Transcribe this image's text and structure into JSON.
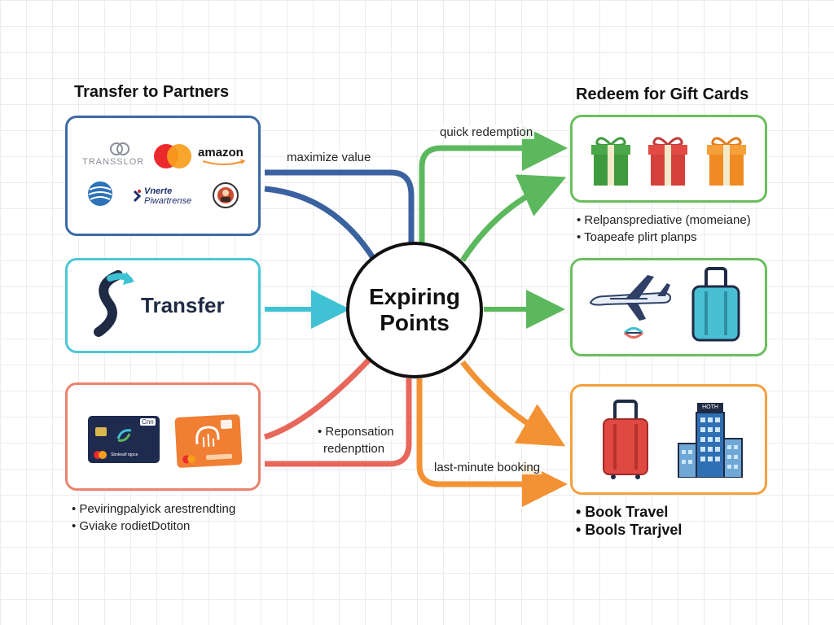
{
  "headings": {
    "transfer_partners": "Transfer to Partners",
    "gift_cards": "Redeem for Gift Cards"
  },
  "center": {
    "line1": "Expiring",
    "line2": "Points"
  },
  "flow_labels": {
    "maximize_value": "maximize value",
    "quick_redemption": "quick redemption",
    "reponsation": "• Reponsation",
    "redenption": "redenpttion",
    "last_minute": "last-minute booking"
  },
  "partner_logos": {
    "transslor": "TRANSSLOR",
    "amazon": "amazon",
    "vnerte_line1": "Vnerte",
    "vnerte_line2": "Piwartrense"
  },
  "transfer_box": {
    "label": "Transfer"
  },
  "card_text": {
    "card1_tag": "Cnn",
    "card1_small": "Sbnkeafl rqpce"
  },
  "bullets": {
    "gift_1": "• Relpansprediative (momeiane)",
    "gift_2": "• Toapeafe plirt planps",
    "cards_1": "• Peviringpalyick arestrendting",
    "cards_2": "• Gviake rodietDotiton",
    "travel_1": "• Book Travel",
    "travel_2": "• Bools Trarjvel"
  },
  "hotel_sign": "HOTH",
  "colors": {
    "blue": "#3b62a0",
    "cyan": "#3fc2d4",
    "red": "#e8675b",
    "green": "#5cb85c",
    "orange": "#f39234",
    "border_blue": "#3e6aa6",
    "border_cyan": "#4cc6d6",
    "border_red": "#e8836f",
    "border_green": "#6bbf5e",
    "border_orange": "#f4a03d"
  }
}
